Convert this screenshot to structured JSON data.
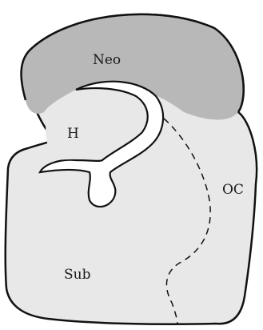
{
  "diagram": {
    "labels": {
      "neocortex": "Neo",
      "hippocampus": "H",
      "olfactory_cortex": "OC",
      "subcortex": "Sub"
    },
    "colors": {
      "neocortex_fill": "#b8b8b8",
      "body_fill": "#e8e8e8",
      "outline": "#111111",
      "background": "#ffffff"
    }
  }
}
